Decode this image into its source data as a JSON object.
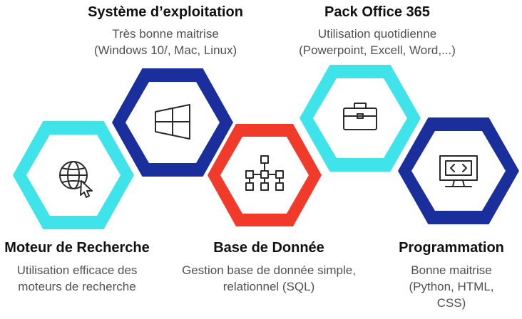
{
  "colors": {
    "cyan": "#3fe3ea",
    "navy": "#1a2f9c",
    "red": "#f23a2b",
    "icon": "#2a2a2a",
    "inner": "#ffffff"
  },
  "skills": {
    "os": {
      "title": "Système d’exploitation",
      "line1": "Très bonne maitrise",
      "line2": "(Windows 10/, Mac, Linux)",
      "icon": "windows-icon",
      "color": "navy"
    },
    "office": {
      "title": "Pack Office 365",
      "line1": "Utilisation quotidienne",
      "line2": "(Powerpoint, Excell, Word,...)",
      "icon": "briefcase-icon",
      "color": "cyan"
    },
    "search": {
      "title": "Moteur de Recherche",
      "line1": "Utilisation efficace des",
      "line2": "moteurs de recherche",
      "icon": "globe-cursor-icon",
      "color": "cyan"
    },
    "database": {
      "title": "Base de Donnée",
      "line1": "Gestion base de donnée simple,",
      "line2": "relationnel (SQL)",
      "icon": "hierarchy-icon",
      "color": "red"
    },
    "programming": {
      "title": "Programmation",
      "line1": "Bonne maitrise",
      "line2": "(Python, HTML,",
      "line3": "CSS)",
      "icon": "code-monitor-icon",
      "color": "navy"
    }
  }
}
